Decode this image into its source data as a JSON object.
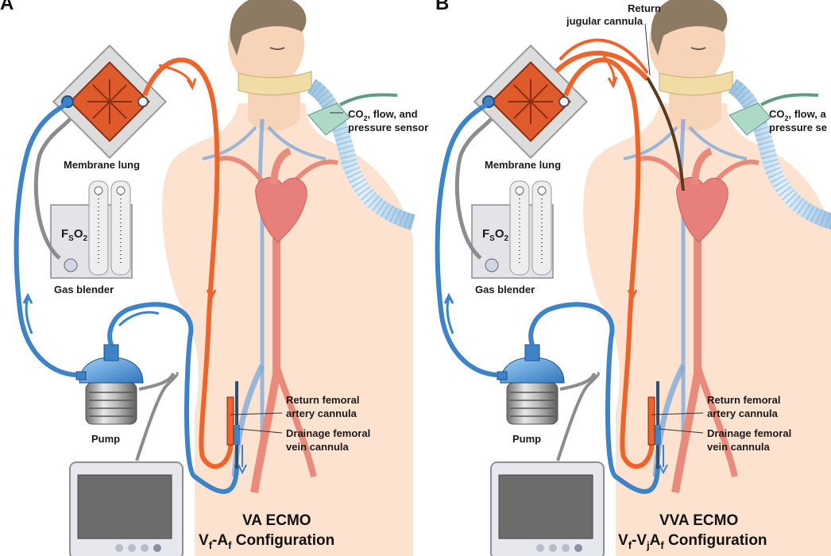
{
  "colors": {
    "arterial": "#f0642b",
    "venous": "#3d83c8",
    "skin": "#fde3cf",
    "heart": "#e77f7a",
    "grey_line": "#8c8c8c"
  },
  "panel_a": {
    "letter": "A",
    "membrane_lung": "Membrane lung",
    "fso2": "F",
    "fso2_sub_s": "S",
    "fso2_o": "O",
    "fso2_sub_2": "2",
    "gas_blender": "Gas blender",
    "pump": "Pump",
    "sensor_l1_co": "CO",
    "sensor_l1_sub": "2",
    "sensor_l1_rest": ", flow, and",
    "sensor_l2": "pressure sensor",
    "return_l1": "Return femoral",
    "return_l2": "artery cannula",
    "drain_l1": "Drainage femoral",
    "drain_l2": "vein cannula",
    "title_l1": "VA ECMO",
    "title_l2_a": "V",
    "title_l2_sub1": "f",
    "title_l2_b": "-A",
    "title_l2_sub2": "f",
    "title_l2_c": " Configuration"
  },
  "panel_b": {
    "letter": "B",
    "jugular_l1": "Return",
    "jugular_l2": "jugular cannula",
    "membrane_lung": "Membrane lung",
    "fso2": "F",
    "fso2_sub_s": "S",
    "fso2_o": "O",
    "fso2_sub_2": "2",
    "gas_blender": "Gas blender",
    "pump": "Pump",
    "sensor_l1_co": "CO",
    "sensor_l1_sub": "2",
    "sensor_l1_rest": ", flow, a",
    "sensor_l2": "pressure se",
    "return_l1": "Return femoral",
    "return_l2": "artery cannula",
    "drain_l1": "Drainage femoral",
    "drain_l2": "vein cannula",
    "title_l1": "VVA ECMO",
    "title_l2_a": "V",
    "title_l2_sub1": "f",
    "title_l2_b": "-V",
    "title_l2_sub2": "j",
    "title_l2_c": "A",
    "title_l2_sub3": "f",
    "title_l2_d": " Configuration"
  }
}
